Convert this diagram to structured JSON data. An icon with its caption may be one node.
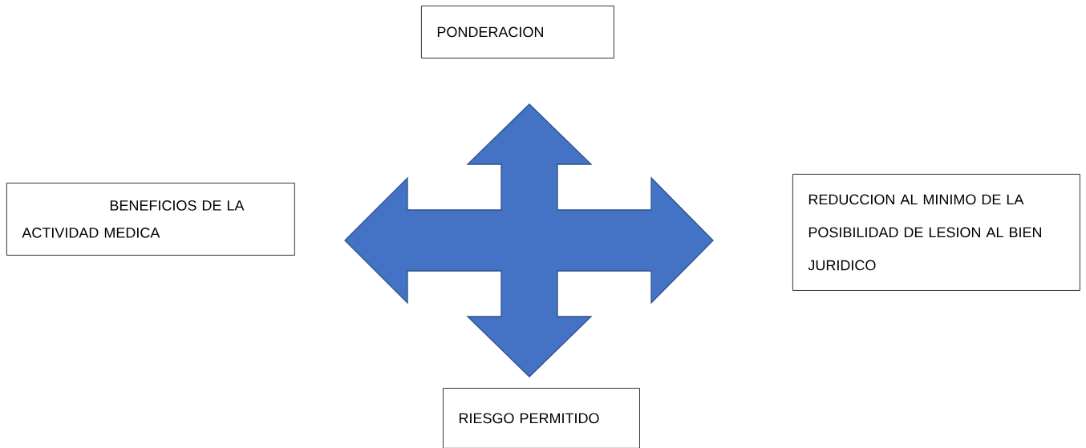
{
  "diagram": {
    "nodes": [
      {
        "text": [
          "PONDERACION"
        ]
      },
      {
        "text": [
          "BENEFICIOS DE LA ACTIVIDAD MEDICA"
        ]
      },
      {
        "text": [
          "REDUCCION AL MINIMO DE LA POSIBILIDAD DE LESION AL BIEN JURIDICO"
        ]
      },
      {
        "text": [
          "RIESGO PERMITIDO"
        ]
      }
    ]
  }
}
